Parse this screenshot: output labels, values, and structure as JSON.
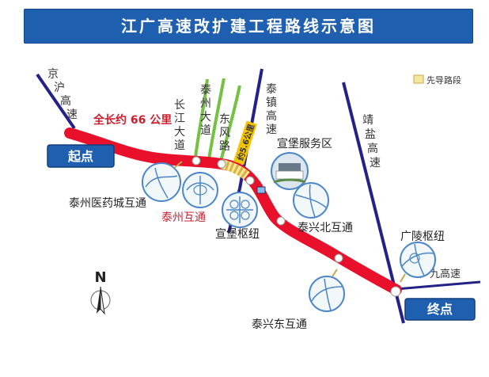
{
  "title": "江广高速改扩建工程路线示意图",
  "colors": {
    "route": "#e8102a",
    "road_blue": "#222288",
    "road_green": "#76c043",
    "title_bg": "#1f5fb0",
    "start_end_box": "#1f5fb0",
    "pilot_section": "#f5e6a0"
  },
  "legend": {
    "pilot_section_label": "先导路段"
  },
  "roads": {
    "jinghu": [
      "京",
      "沪",
      "高",
      "速"
    ],
    "taizhen": [
      "泰",
      "镇",
      "高",
      "速"
    ],
    "jingyan": [
      "靖",
      "盐",
      "高",
      "速"
    ],
    "changjiang": [
      "长",
      "江",
      "大",
      "道"
    ],
    "taizhou_ave": [
      "泰",
      "州",
      "大",
      "道"
    ],
    "dongfeng": [
      "东",
      "风",
      "路"
    ],
    "guangjiu": "广九高速"
  },
  "route": {
    "length_label": "全长约 66 公里",
    "pilot_length_label": "约5.6公里",
    "start_label": "起点",
    "end_label": "终点"
  },
  "places": {
    "yiyaocheng": "泰州医药城互通",
    "taizhou": "泰州互通",
    "xuanbao_hub": "宣堡枢纽",
    "xuanbao_service": "宣堡服务区",
    "taixing_north": "泰兴北互通",
    "taixing_east": "泰兴东互通",
    "guangling_hub": "广陵枢纽"
  },
  "compass": {
    "label": "N"
  }
}
